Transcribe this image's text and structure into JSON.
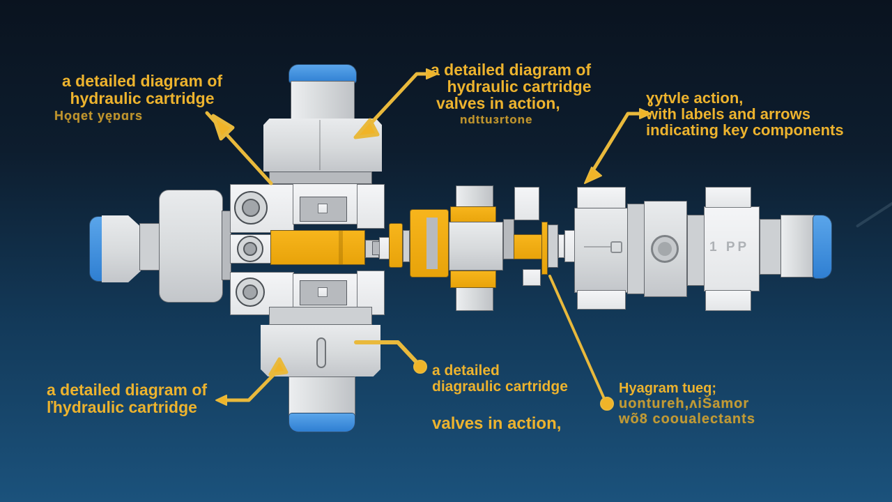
{
  "title": "hydraulic cartridge valves diagram",
  "colors": {
    "background_top": "#0a131f",
    "background_bottom": "#1b527c",
    "label_yellow": "#edb32e",
    "arrow_yellow": "#e9b93c",
    "metal_light": "#eceef0",
    "metal_mid": "#cdd0d3",
    "accent_blue": "#3b8fe0",
    "accent_yellow": "#f0a80f"
  },
  "labels": {
    "top_left": {
      "lines": [
        "a detailed diagram of",
        "hydraulic cartridge"
      ],
      "sub": "Hǫqet yęɒɑrs"
    },
    "top_center": {
      "lines": [
        "a detailed diagram of",
        "hydraulic cartridge",
        "valves in action,"
      ],
      "sub": "ndttuɜrtone"
    },
    "top_right": {
      "lines": [
        "ɣytvle action,",
        "with labels and arrows",
        "indicating key components"
      ]
    },
    "bottom_left": {
      "lines": [
        "a detailed diagram of",
        "ľhydraulic cartridge"
      ]
    },
    "bottom_center": {
      "lines": [
        "a detailed",
        "diagraulic cartridge"
      ],
      "sub": "valves in action,"
    },
    "bottom_right": {
      "lines": [
        "Hyagram tueq;",
        "uontureh,ʌiŠamor",
        "wõ8 cooualectants"
      ]
    }
  },
  "right_valve": {
    "engraving": "1 PP"
  }
}
